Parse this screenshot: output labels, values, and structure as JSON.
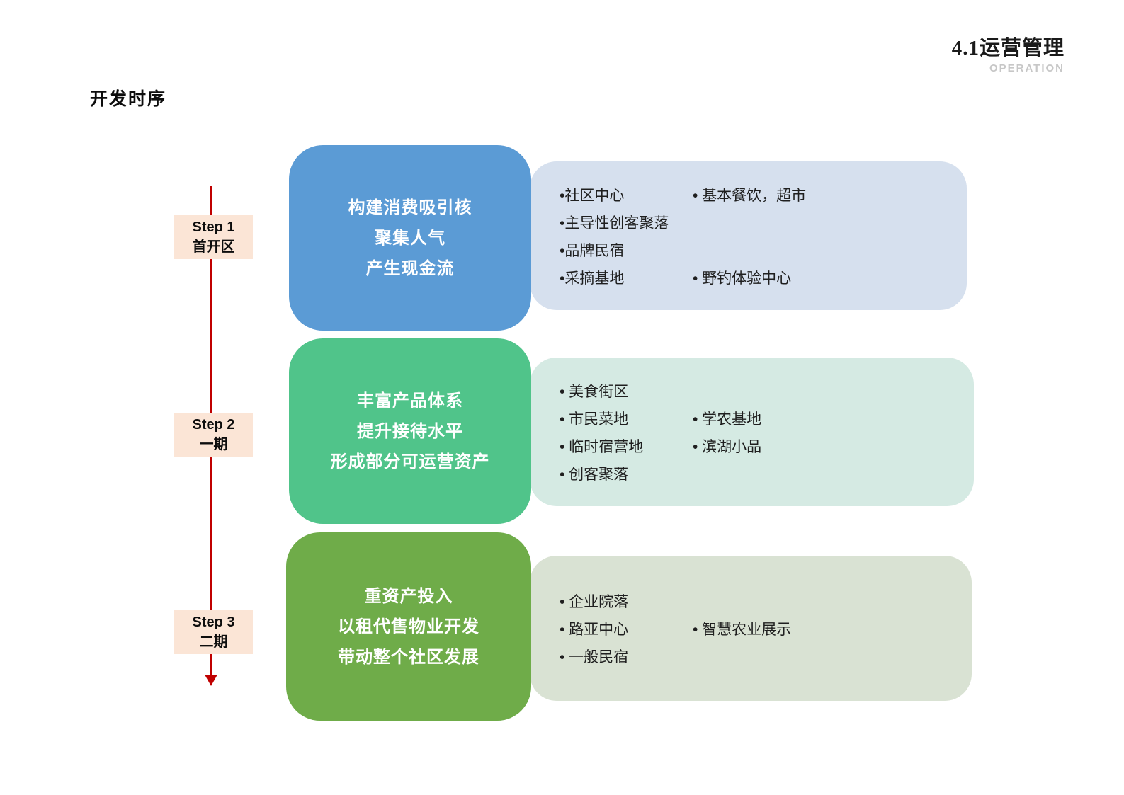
{
  "header": {
    "title": "4.1运营管理",
    "subtitle": "OPERATION"
  },
  "page_title": "开发时序",
  "colors": {
    "timeline_red": "#C00000",
    "step_label_bg": "#FBE5D6",
    "step1_box": "#5B9BD5",
    "step1_detail_bg": "#D6E0EE",
    "step2_box": "#50C48A",
    "step2_detail_bg": "#D5EAE3",
    "step3_box": "#6FAC49",
    "step3_detail_bg": "#D9E2D3",
    "subtitle_gray": "#C7C7C7"
  },
  "timeline": {
    "steps": [
      {
        "step": "Step 1",
        "phase": "首开区"
      },
      {
        "step": "Step 2",
        "phase": "一期"
      },
      {
        "step": "Step 3",
        "phase": "二期"
      }
    ]
  },
  "rows": [
    {
      "goal_lines": [
        "构建消费吸引核",
        "聚集人气",
        "产生现金流"
      ],
      "details": [
        {
          "col1": "•社区中心",
          "col2": "• 基本餐饮，超市"
        },
        {
          "col1": "•主导性创客聚落",
          "col2": ""
        },
        {
          "col1": "•品牌民宿",
          "col2": ""
        },
        {
          "col1": "•采摘基地",
          "col2": "• 野钓体验中心"
        }
      ]
    },
    {
      "goal_lines": [
        "丰富产品体系",
        "提升接待水平",
        "形成部分可运营资产"
      ],
      "details": [
        {
          "col1": "• 美食街区",
          "col2": ""
        },
        {
          "col1": "• 市民菜地",
          "col2": "• 学农基地"
        },
        {
          "col1": "• 临时宿营地",
          "col2": "• 滨湖小品"
        },
        {
          "col1": "• 创客聚落",
          "col2": ""
        }
      ]
    },
    {
      "goal_lines": [
        "重资产投入",
        "以租代售物业开发",
        "带动整个社区发展"
      ],
      "details": [
        {
          "col1": "• 企业院落",
          "col2": ""
        },
        {
          "col1": "• 路亚中心",
          "col2": "• 智慧农业展示"
        },
        {
          "col1": "• 一般民宿",
          "col2": ""
        }
      ]
    }
  ]
}
